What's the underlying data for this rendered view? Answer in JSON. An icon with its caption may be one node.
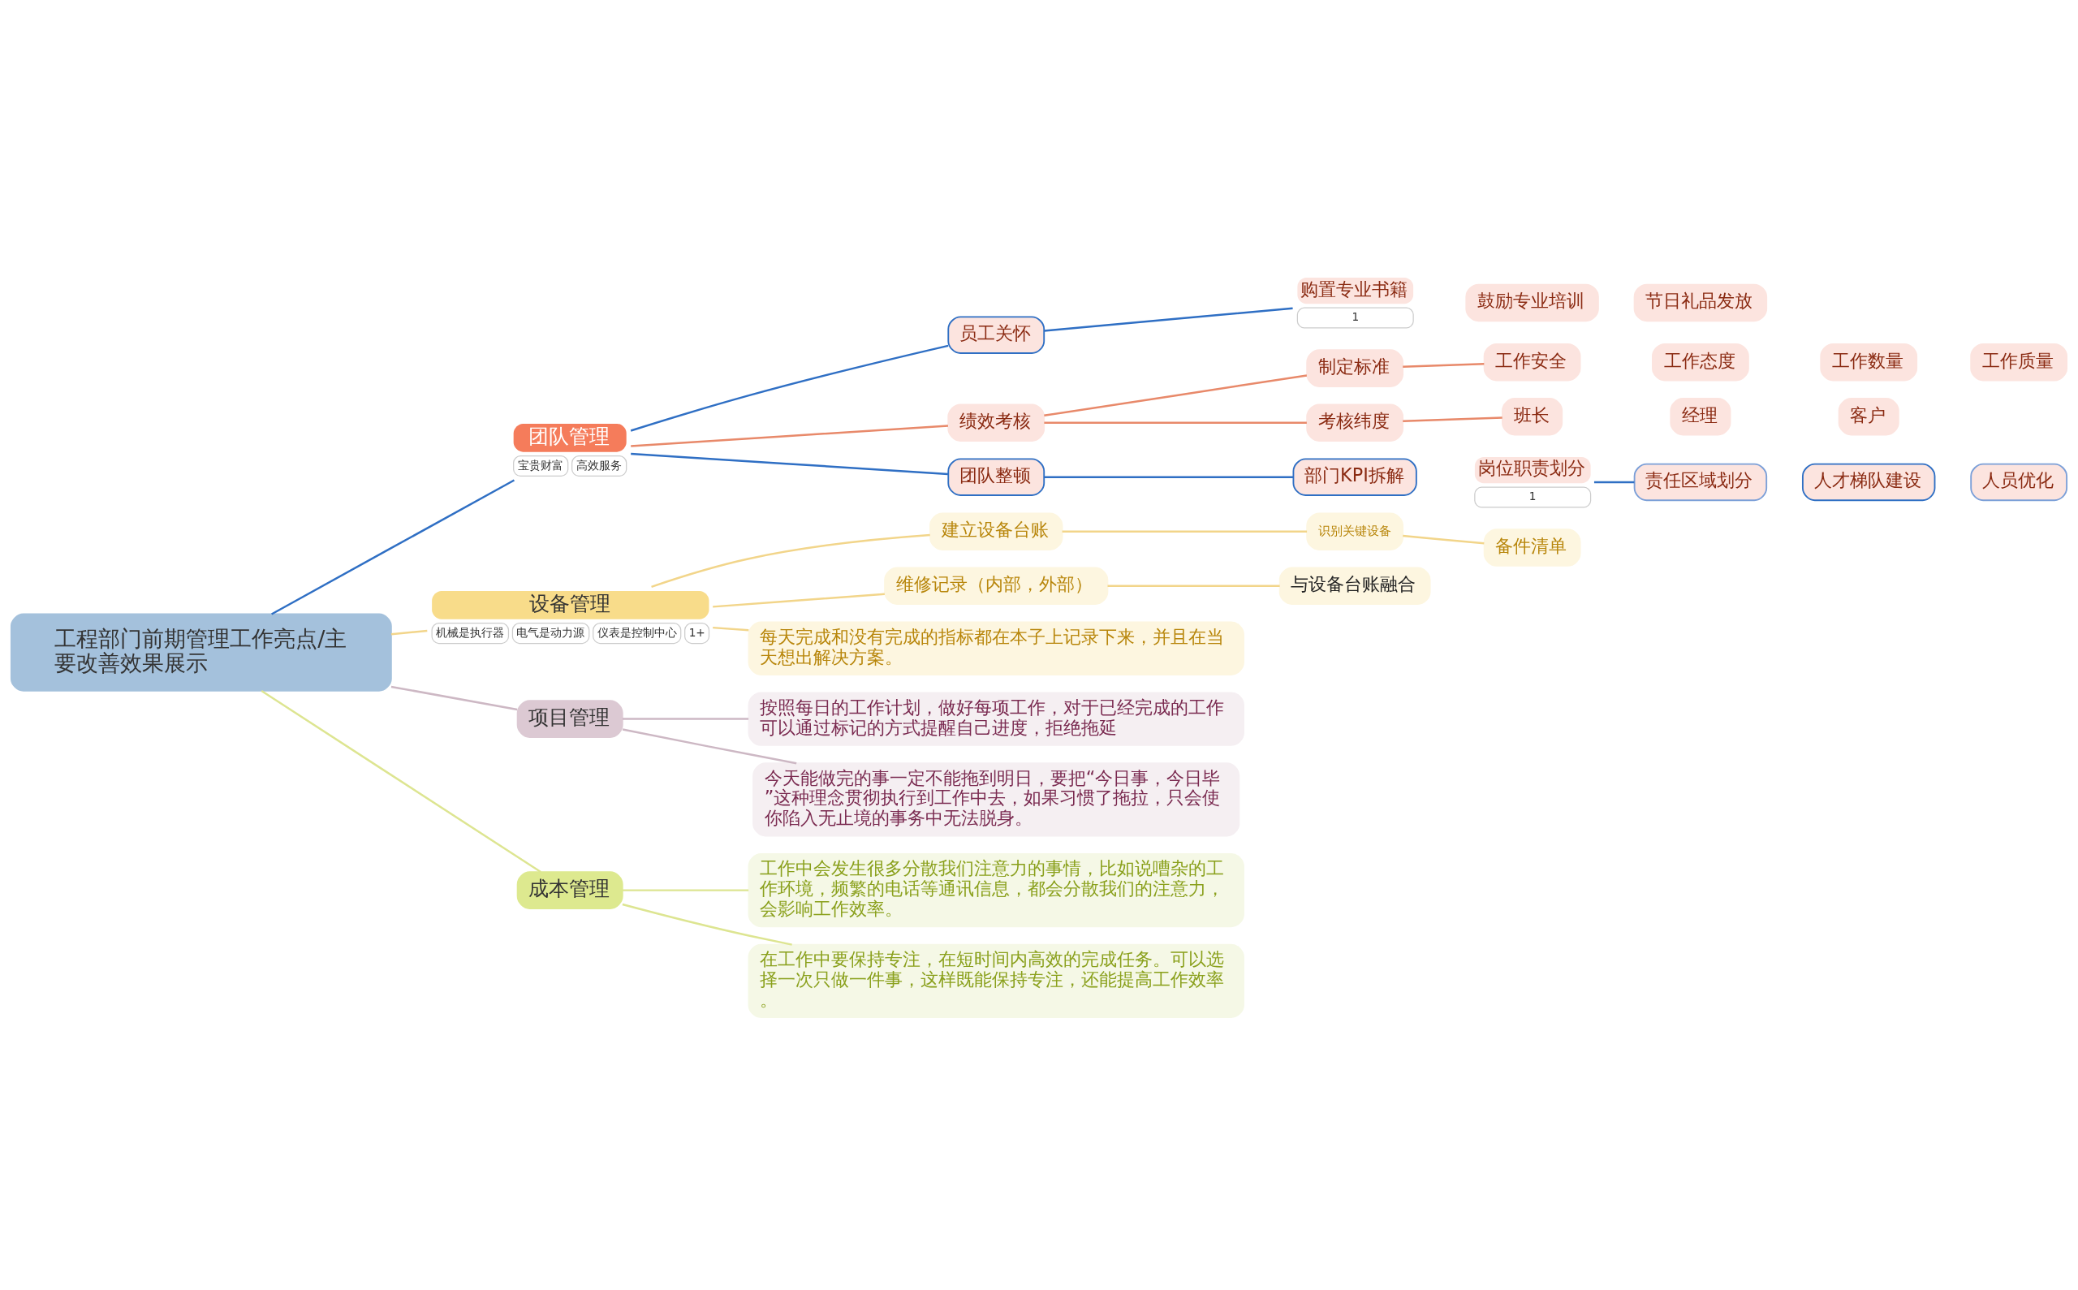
{
  "diagram": {
    "nodes": [
      {
        "text": [
          "工程部门前期管理工作亮点/主要改善效果展示"
        ]
      },
      {
        "text": [
          "团队管理"
        ],
        "beside": [
          "宝贵财富",
          "高效服务"
        ]
      },
      {
        "text": [
          "员工关怀"
        ]
      },
      {
        "text": [
          "购置专业书籍"
        ],
        "beside": [
          "1"
        ]
      },
      {
        "text": [
          "鼓励专业培训"
        ]
      },
      {
        "text": [
          "节日礼品发放"
        ]
      },
      {
        "text": [
          "绩效考核"
        ]
      },
      {
        "text": [
          "制定标准"
        ]
      },
      {
        "text": [
          "工作安全"
        ]
      },
      {
        "text": [
          "工作态度"
        ]
      },
      {
        "text": [
          "工作数量"
        ]
      },
      {
        "text": [
          "工作质量"
        ]
      },
      {
        "text": [
          "考核纬度"
        ]
      },
      {
        "text": [
          "班长"
        ]
      },
      {
        "text": [
          "经理"
        ]
      },
      {
        "text": [
          "客户"
        ]
      },
      {
        "text": [
          "团队整顿"
        ]
      },
      {
        "text": [
          "部门KPI拆解"
        ]
      },
      {
        "text": [
          "岗位职责划分"
        ],
        "beside": [
          "1"
        ]
      },
      {
        "text": [
          "责任区域划分"
        ]
      },
      {
        "text": [
          "人才梯队建设"
        ]
      },
      {
        "text": [
          "人员优化"
        ]
      },
      {
        "text": [
          "设备管理"
        ],
        "beside": [
          "机械是执行器",
          "电气是动力源",
          "仪表是控制中心",
          "1+"
        ]
      },
      {
        "text": [
          "建立设备台账"
        ]
      },
      {
        "text": [
          "识别关键设备"
        ]
      },
      {
        "text": [
          "备件清单"
        ]
      },
      {
        "text": [
          "维修记录（内部，外部）"
        ]
      },
      {
        "text": [
          "与设备台账融合"
        ]
      },
      {
        "text": [
          "每天完成和没有完成的指标都在本子上记录下来，并且在当天想出解决方案。"
        ]
      },
      {
        "text": [
          "项目管理"
        ]
      },
      {
        "text": [
          "按照每日的工作计划，做好每项工作，对于已经完成的工作可以通过标记的方式提醒自己进度，拒绝拖延"
        ]
      },
      {
        "text": [
          "今天能做完的事一定不能拖到明日，要把“今日事，今日毕”这种理念贯彻执行到工作中去，如果习惯了拖拉，只会使你陷入无止境的事务中无法脱身。"
        ]
      },
      {
        "text": [
          "成本管理"
        ]
      },
      {
        "text": [
          "工作中会发生很多分散我们注意力的事情，比如说嘈杂的工作环境，频繁的电话等通讯信息，都会分散我们的注意力，会影响工作效率。"
        ]
      },
      {
        "text": [
          "在工作中要保持专注，在短时间内高效的完成任务。可以选择一次只做一件事，这样既能保持专注，还能提高工作效率。"
        ]
      }
    ],
    "edges": [
      {
        "from": 0,
        "to": 1,
        "arrow": "none",
        "color": "#2f6fc4"
      },
      {
        "from": 1,
        "to": 2,
        "arrow": "none",
        "color": "#2f6fc4"
      },
      {
        "from": 2,
        "to": 3,
        "arrow": "none",
        "color": "#2f6fc4"
      },
      {
        "from": 1,
        "to": 6,
        "arrow": "none",
        "color": "#e8896a"
      },
      {
        "from": 6,
        "to": 7,
        "arrow": "none",
        "color": "#e8896a"
      },
      {
        "from": 7,
        "to": 8,
        "arrow": "none",
        "color": "#e8896a"
      },
      {
        "from": 6,
        "to": 12,
        "arrow": "none",
        "color": "#e8896a"
      },
      {
        "from": 12,
        "to": 13,
        "arrow": "none",
        "color": "#e8896a"
      },
      {
        "from": 1,
        "to": 16,
        "arrow": "none",
        "color": "#2f6fc4"
      },
      {
        "from": 16,
        "to": 17,
        "arrow": "none",
        "color": "#2f6fc4"
      },
      {
        "from": 18,
        "to": 19,
        "arrow": "none",
        "color": "#2f6fc4"
      },
      {
        "from": 0,
        "to": 22,
        "arrow": "none",
        "color": "#f2d58a"
      },
      {
        "from": 22,
        "to": 23,
        "arrow": "none",
        "color": "#f2d58a"
      },
      {
        "from": 23,
        "to": 24,
        "arrow": "none",
        "color": "#f2d58a"
      },
      {
        "from": 24,
        "to": 25,
        "arrow": "none",
        "color": "#f2d58a"
      },
      {
        "from": 22,
        "to": 26,
        "arrow": "none",
        "color": "#f2d58a"
      },
      {
        "from": 26,
        "to": 27,
        "arrow": "none",
        "color": "#f2d58a"
      },
      {
        "from": 22,
        "to": 28,
        "arrow": "none",
        "color": "#f2d58a"
      },
      {
        "from": 0,
        "to": 29,
        "arrow": "none",
        "color": "#cdb8c4"
      },
      {
        "from": 29,
        "to": 30,
        "arrow": "none",
        "color": "#cdb8c4"
      },
      {
        "from": 29,
        "to": 31,
        "arrow": "none",
        "color": "#cdb8c4"
      },
      {
        "from": 0,
        "to": 32,
        "arrow": "none",
        "color": "#dde591"
      },
      {
        "from": 32,
        "to": 33,
        "arrow": "none",
        "color": "#dde591"
      },
      {
        "from": 32,
        "to": 34,
        "arrow": "none",
        "color": "#dde591"
      }
    ]
  }
}
